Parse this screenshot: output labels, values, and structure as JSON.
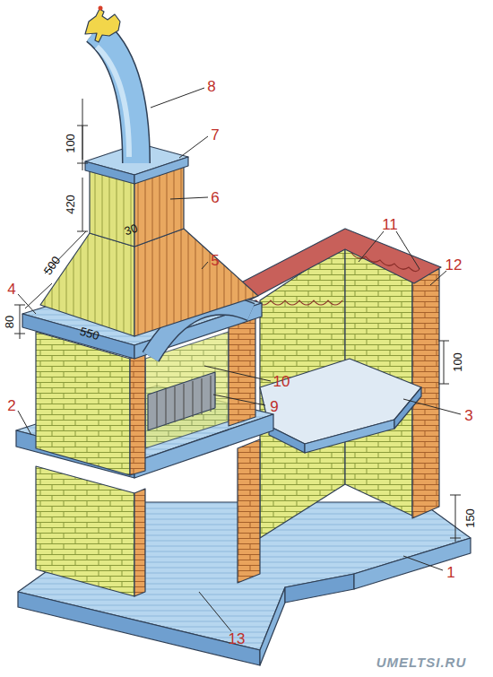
{
  "diagram": {
    "labels": [
      "8",
      "100",
      "7",
      "420",
      "6",
      "30",
      "500",
      "5",
      "4",
      "550",
      "80",
      "11",
      "12",
      "100",
      "10",
      "9",
      "3",
      "2",
      "150",
      "1",
      "13",
      "UMELTSI.RU"
    ]
  }
}
